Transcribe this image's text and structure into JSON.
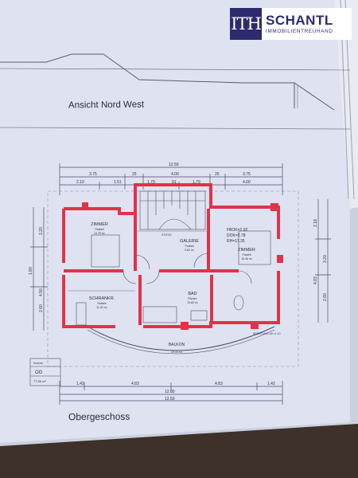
{
  "logo": {
    "mark": "ITH",
    "brand": "SCHANTL",
    "sub": "IMMOBILIENTREUHAND"
  },
  "captions": {
    "north_view": "Ansicht Nord West",
    "floor": "Obergeschoss"
  },
  "colors": {
    "paper": "#dfe3f1",
    "wall": "#e2324a",
    "line": "#4a4a68",
    "brand": "#2e2a6e"
  },
  "dimensions": {
    "overall": "12.50",
    "top_row": [
      "3.75",
      "25",
      "4.00",
      "25",
      "3.75"
    ],
    "second_row": [
      "2.10",
      "1.51",
      "1.79",
      "91",
      "1.79",
      "4.00"
    ],
    "bottom_row1": [
      "1.42",
      "4.83",
      "4.83",
      "1.42"
    ],
    "bottom_row2": "12.80",
    "bottom_row3": "12.50",
    "left": [
      "1.80",
      "4.50",
      "3.20",
      "2.60"
    ],
    "right": [
      "2.18",
      "3.20",
      "4.83",
      "2.60"
    ]
  },
  "rooms": [
    {
      "name": "ZIMMER",
      "floor": "Parkett",
      "area": "14.75 m²"
    },
    {
      "name": "GALERIE",
      "floor": "Parkett",
      "area": "9.82 m²"
    },
    {
      "name": "ZIMMER",
      "floor": "Parkett",
      "area": "15.46 m²"
    },
    {
      "name": "SCHRANKR.",
      "floor": "Parkett",
      "area": "11.92 m²"
    },
    {
      "name": "BAD",
      "floor": "Fliesen",
      "area": "13.65 m²"
    },
    {
      "name": "BALKON",
      "floor": "",
      "area": "22.14 m²"
    }
  ],
  "heights": [
    "FBOK=2.92",
    "DOK=2.78",
    "RH=17.35"
  ],
  "legend": {
    "title": "OG",
    "label": "Summe",
    "value": "77.56 m²"
  },
  "notes": [
    "STIEGE",
    "BRÜSTUNG OK=1.10"
  ]
}
